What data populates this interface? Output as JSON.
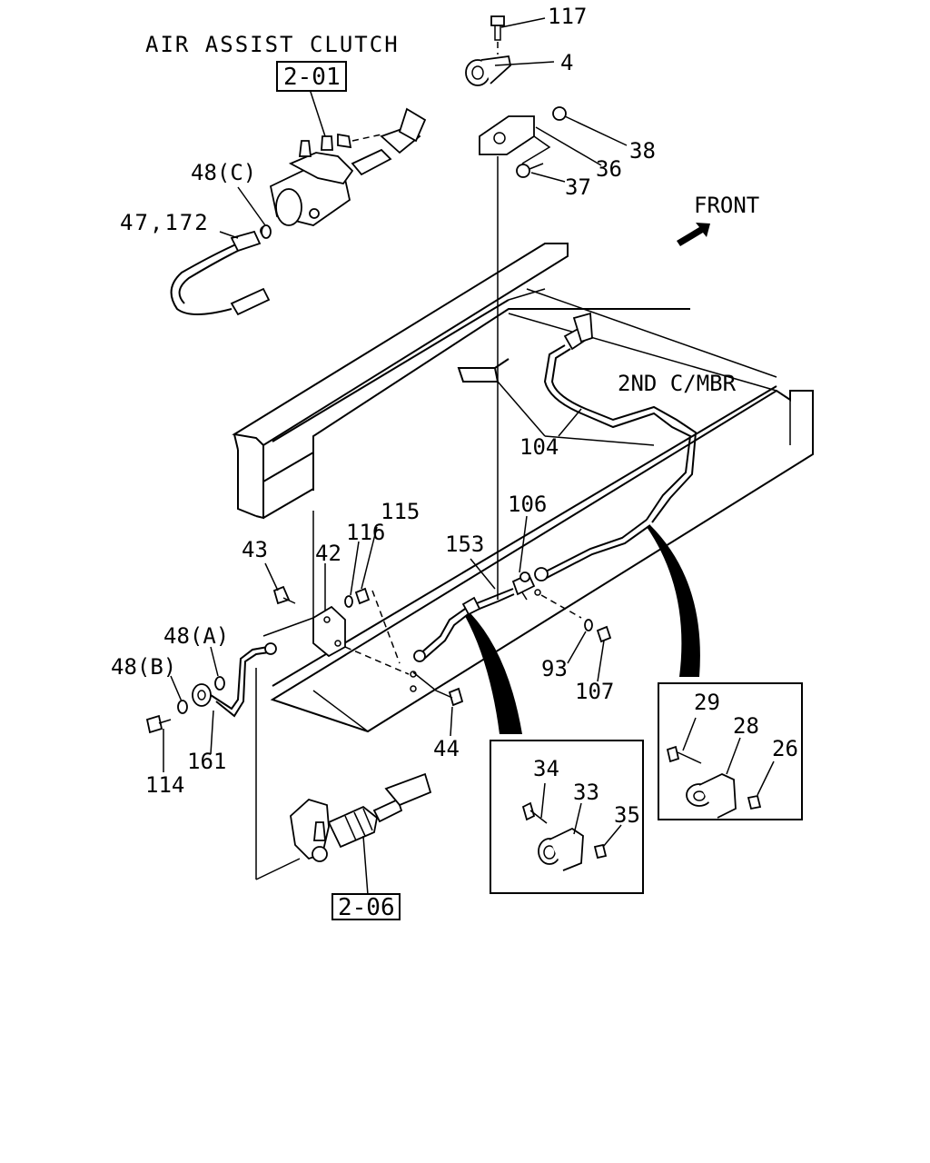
{
  "titles": {
    "air_assist_clutch": "AIR ASSIST CLUTCH",
    "front": "FRONT",
    "second_crossmember": "2ND C/MBR"
  },
  "references": {
    "clutch_booster": "2-01",
    "slave_cylinder": "2-06"
  },
  "callouts": {
    "p117": "117",
    "p4": "4",
    "p38": "38",
    "p36": "36",
    "p37": "37",
    "p48c": "48(C)",
    "p47_172": "47,172",
    "p104": "104",
    "p115": "115",
    "p116": "116",
    "p43": "43",
    "p42": "42",
    "p153": "153",
    "p106": "106",
    "p48a": "48(A)",
    "p48b": "48(B)",
    "p161": "161",
    "p114": "114",
    "p44": "44",
    "p93": "93",
    "p107": "107",
    "p29": "29",
    "p28": "28",
    "p26": "26",
    "p34": "34",
    "p33": "33",
    "p35": "35"
  }
}
